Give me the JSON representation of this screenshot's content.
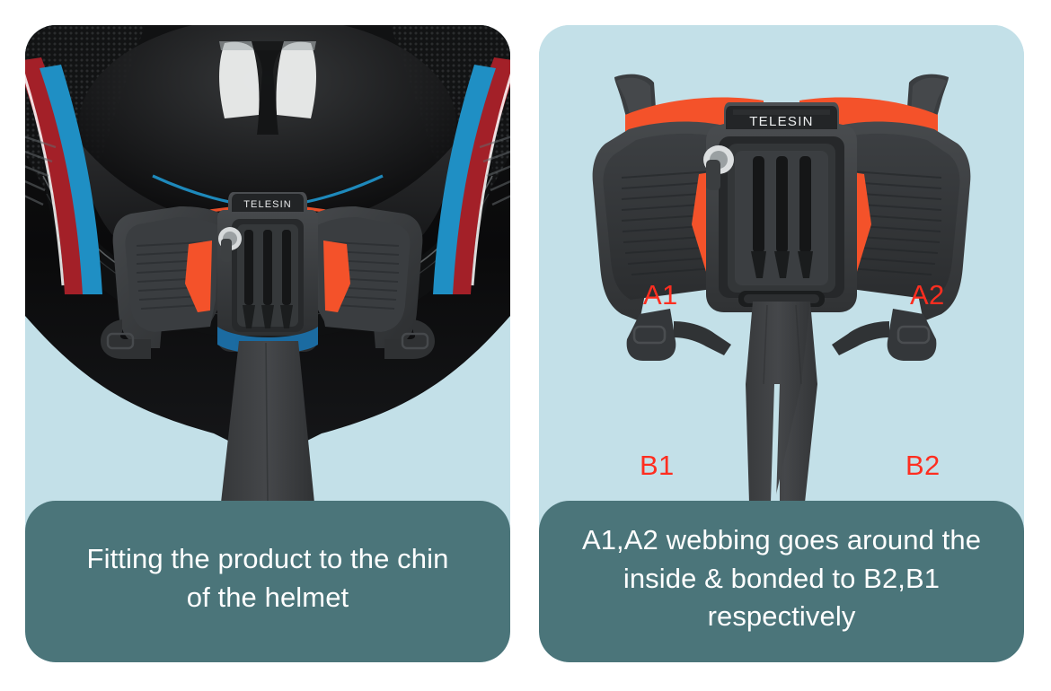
{
  "image": {
    "type": "product-instruction-graphic",
    "brand": "TELESIN",
    "background_color": "#ffffff",
    "panel_count": 2
  },
  "colors": {
    "panel_background": "#c3e0e8",
    "caption_background": "#4b757a",
    "caption_text": "#ffffff",
    "callout_label": "#ff2e20",
    "accent_orange": "#f4522a",
    "product_dark": "#3a3c3e",
    "product_darker": "#2b2d2f",
    "helmet_black": "#0b0b0c",
    "helmet_stripe_red": "#a32028",
    "helmet_stripe_blue": "#1f8fc4"
  },
  "panels": [
    {
      "id": "left",
      "name": "helmet-fitting-panel",
      "scene": "helmet-chin-with-mount",
      "brand_logo": "TELESIN",
      "caption": "Fitting the product to the chin of the helmet",
      "caption_lines": [
        "Fitting the product to the chin",
        "of the helmet"
      ],
      "labels": []
    },
    {
      "id": "right",
      "name": "webbing-routing-panel",
      "scene": "chin-mount-product-flat",
      "brand_logo": "TELESIN",
      "caption": "A1,A2 webbing goes around the inside & bonded to B2,B1 respectively",
      "caption_lines": [
        "A1,A2 webbing goes around the",
        "inside & bonded to B2,B1",
        "respectively"
      ],
      "labels": [
        {
          "text": "A1",
          "name": "callout-a1",
          "position": "upper-left"
        },
        {
          "text": "A2",
          "name": "callout-a2",
          "position": "upper-right"
        },
        {
          "text": "B1",
          "name": "callout-b1",
          "position": "lower-left"
        },
        {
          "text": "B2",
          "name": "callout-b2",
          "position": "lower-right"
        }
      ]
    }
  ]
}
